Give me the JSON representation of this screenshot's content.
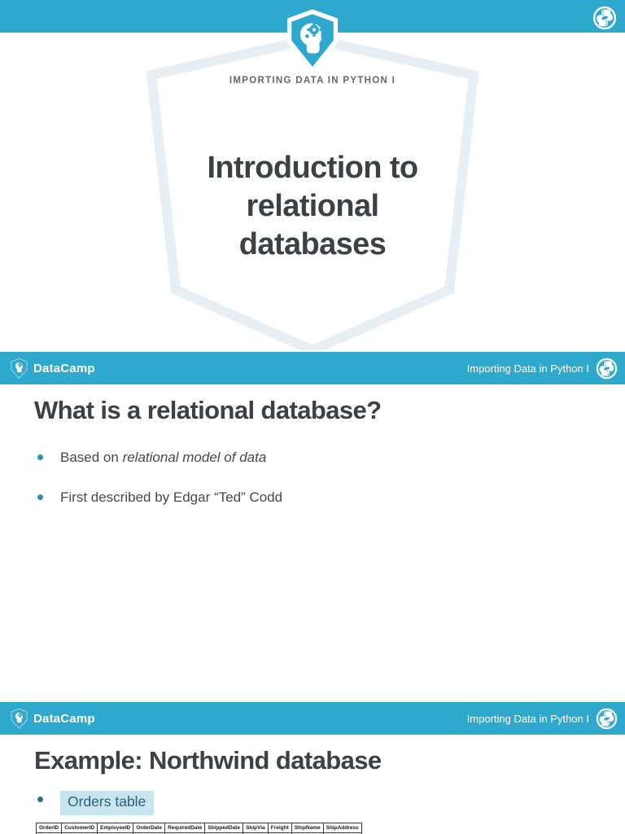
{
  "colors": {
    "accent": "#2fa8cd",
    "watermark": "#e7eff4",
    "title": "#3b4146",
    "kicker": "#63686c",
    "body": "#45494d",
    "bullet_dot": "#2e8fb5",
    "bullet_dot_dark": "#2c6e8e",
    "highlight_bg": "#c7e5f1",
    "highlight_text": "#2d607c"
  },
  "slide1": {
    "kicker": "IMPORTING DATA IN PYTHON I",
    "title_lines": [
      "Introduction to",
      "relational",
      "databases"
    ]
  },
  "header": {
    "brand": "DataCamp",
    "course": "Importing Data in Python I"
  },
  "slide2": {
    "title": "What is a relational database?",
    "bullets": [
      {
        "text": "Based on ",
        "italic": "relational model of data"
      },
      {
        "text": "First described by Edgar “Ted” Codd",
        "italic": ""
      }
    ]
  },
  "slide3": {
    "title": "Example: Northwind database",
    "bullet_label": "Orders table",
    "table": {
      "headers": [
        "OrderID",
        "CustomerID",
        "EmployeeID",
        "OrderDate",
        "RequiredDate",
        "ShippedDate",
        "ShipVia",
        "Freight",
        "ShipName",
        "ShipAddress"
      ]
    }
  }
}
